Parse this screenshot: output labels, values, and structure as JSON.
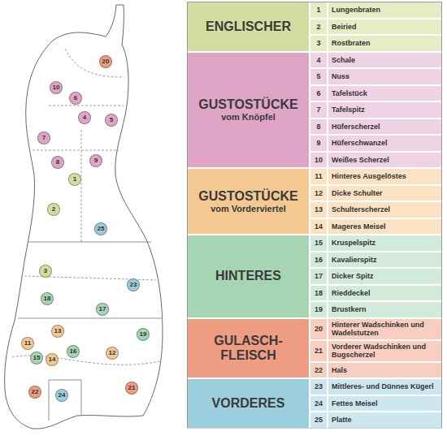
{
  "diagram": {
    "nodes": [
      {
        "text": [
          "20"
        ]
      },
      {
        "text": [
          "10"
        ]
      },
      {
        "text": [
          "6"
        ]
      },
      {
        "text": [
          "4"
        ]
      },
      {
        "text": [
          "5"
        ]
      },
      {
        "text": [
          "7"
        ]
      },
      {
        "text": [
          "9"
        ]
      },
      {
        "text": [
          "8"
        ]
      },
      {
        "text": [
          "1"
        ]
      },
      {
        "text": [
          "2"
        ]
      },
      {
        "text": [
          "25"
        ]
      },
      {
        "text": [
          "3"
        ]
      },
      {
        "text": [
          "23"
        ]
      },
      {
        "text": [
          "18"
        ]
      },
      {
        "text": [
          "17"
        ]
      },
      {
        "text": [
          "13"
        ]
      },
      {
        "text": [
          "19"
        ]
      },
      {
        "text": [
          "11"
        ]
      },
      {
        "text": [
          "16"
        ]
      },
      {
        "text": [
          "12"
        ]
      },
      {
        "text": [
          "15"
        ]
      },
      {
        "text": [
          "14"
        ]
      },
      {
        "text": [
          "21"
        ]
      },
      {
        "text": [
          "22"
        ]
      },
      {
        "text": [
          "24"
        ]
      },
      {
        "text": [
          "ENGLISCHER"
        ]
      },
      {
        "text": [
          "1",
          "Lungenbraten"
        ],
        "in": 25
      },
      {
        "text": [
          "2",
          "Beiried"
        ],
        "in": 25
      },
      {
        "text": [
          "3",
          "Rostbraten"
        ],
        "in": 25
      },
      {
        "text": [
          "GUSTOSTÜCKE",
          "vom Knöpfel"
        ]
      },
      {
        "text": [
          "4",
          "Schale"
        ],
        "in": 29
      },
      {
        "text": [
          "5",
          "Nuss"
        ],
        "in": 29
      },
      {
        "text": [
          "6",
          "Tafelstück"
        ],
        "in": 29
      },
      {
        "text": [
          "7",
          "Tafelspitz"
        ],
        "in": 29
      },
      {
        "text": [
          "8",
          "Hüferscherzel"
        ],
        "in": 29
      },
      {
        "text": [
          "9",
          "Hüferschwanzel"
        ],
        "in": 29
      },
      {
        "text": [
          "10",
          "Weißes Scherzel"
        ],
        "in": 29
      },
      {
        "text": [
          "GUSTOSTÜCKE",
          "vom Vorderviertel"
        ]
      },
      {
        "text": [
          "11",
          "Hinteres Ausgelöstes"
        ],
        "in": 37
      },
      {
        "text": [
          "12",
          "Dicke Schulter"
        ],
        "in": 37
      },
      {
        "text": [
          "13",
          "Schulterscherzel"
        ],
        "in": 37
      },
      {
        "text": [
          "14",
          "Mageres Meisel"
        ],
        "in": 37
      },
      {
        "text": [
          "HINTERES"
        ]
      },
      {
        "text": [
          "15",
          "Kruspelspitz"
        ],
        "in": 42
      },
      {
        "text": [
          "16",
          "Kavalierspitz"
        ],
        "in": 42
      },
      {
        "text": [
          "17",
          "Dicker Spitz"
        ],
        "in": 42
      },
      {
        "text": [
          "18",
          "Rieddeckel"
        ],
        "in": 42
      },
      {
        "text": [
          "19",
          "Brustkern"
        ],
        "in": 42
      },
      {
        "text": [
          "GULASCH- FLEISCH"
        ]
      },
      {
        "text": [
          "20",
          "Hinterer Wadschinken und Wadelstutzen"
        ],
        "in": 48
      },
      {
        "text": [
          "21",
          "Vorderer Wadschinken und Bugscherzel"
        ],
        "in": 48
      },
      {
        "text": [
          "22",
          "Hals"
        ],
        "in": 48
      },
      {
        "text": [
          "VORDERES"
        ]
      },
      {
        "text": [
          "23",
          "Mittleres- und Dünnes Kügerl"
        ],
        "in": 52
      },
      {
        "text": [
          "24",
          "Fettes Meisel"
        ],
        "in": 52
      },
      {
        "text": [
          "25",
          "Platte"
        ],
        "in": 52
      }
    ]
  }
}
